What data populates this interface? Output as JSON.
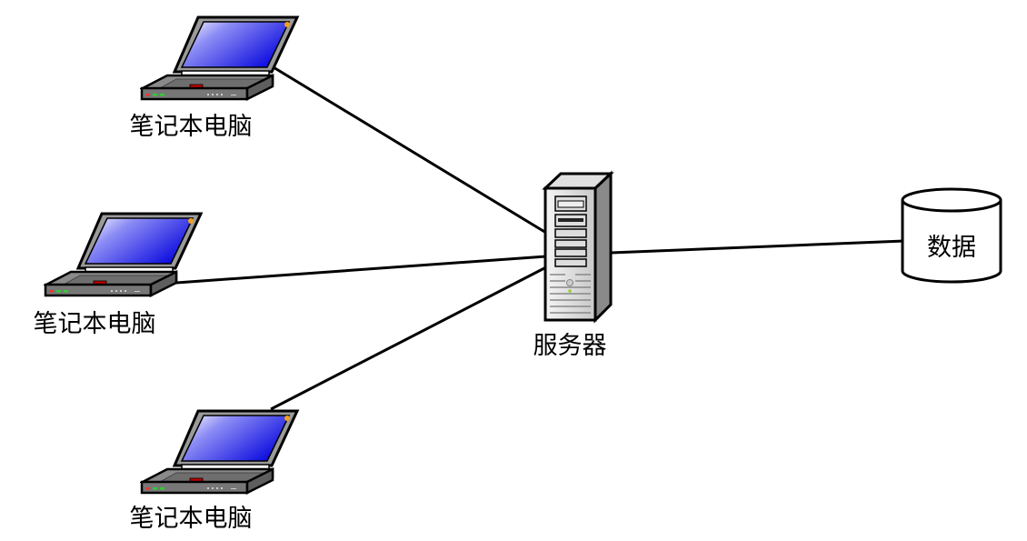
{
  "nodes": {
    "laptop1": {
      "label": "笔记本电脑"
    },
    "laptop2": {
      "label": "笔记本电脑"
    },
    "laptop3": {
      "label": "笔记本电脑"
    },
    "server": {
      "label": "服务器"
    },
    "database": {
      "label": "数据"
    }
  },
  "colors": {
    "screen": "#1a1ae6",
    "line": "#000000",
    "body": "#808080"
  }
}
